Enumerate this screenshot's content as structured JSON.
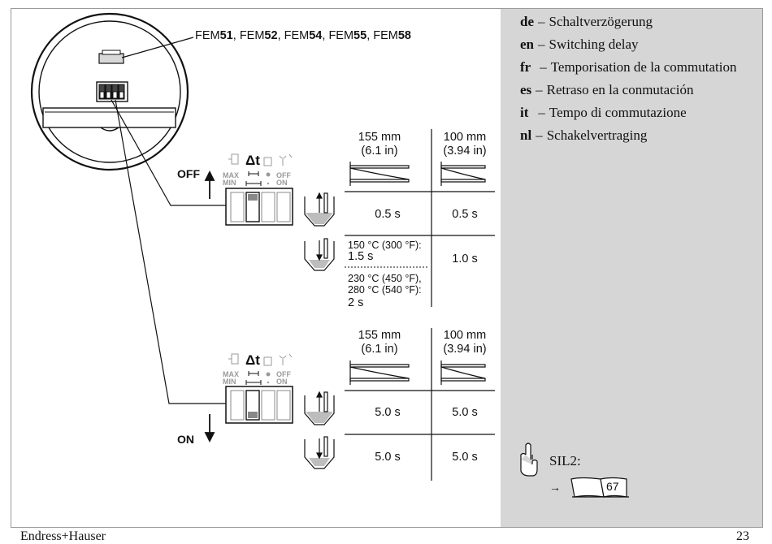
{
  "languages": [
    {
      "code": "de",
      "text": "Schaltverzögerung"
    },
    {
      "code": "en",
      "text": "Switching delay"
    },
    {
      "code": "fr",
      "text": "Temporisation de la commutation"
    },
    {
      "code": "es",
      "text": "Retraso en la conmutación"
    },
    {
      "code": "it",
      "text": "Tempo di commutazione"
    },
    {
      "code": "nl",
      "text": "Schakelvertraging"
    }
  ],
  "models": {
    "prefix": "FEM",
    "items": [
      "51",
      "52",
      "54",
      "55",
      "58"
    ]
  },
  "switch_labels": {
    "off": "OFF",
    "on": "ON",
    "delta_t": "Δt",
    "max": "MAX",
    "min": "MIN",
    "off_small": "OFF",
    "on_small": "ON"
  },
  "table_off": {
    "col1": {
      "line1": "155 mm",
      "line2": "(6.1 in)"
    },
    "col2": {
      "line1": "100 mm",
      "line2": "(3.94 in)"
    },
    "row1": {
      "col1": "0.5 s",
      "col2": "0.5 s"
    },
    "row2": {
      "col1_a_line1": "150 °C (300 °F):",
      "col1_a_line2": "1.5 s",
      "col1_b_line1": "230 °C (450 °F),",
      "col1_b_line2": "280 °C (540 °F):",
      "col1_b_line3": "2 s",
      "col2": "1.0 s"
    }
  },
  "table_on": {
    "col1": {
      "line1": "155 mm",
      "line2": "(6.1 in)"
    },
    "col2": {
      "line1": "100 mm",
      "line2": "(3.94 in)"
    },
    "row1": {
      "col1": "5.0 s",
      "col2": "5.0 s"
    },
    "row2": {
      "col1": "5.0 s",
      "col2": "5.0 s"
    }
  },
  "sil": {
    "label": "SIL2:",
    "arrow": "→",
    "page_ref": "67"
  },
  "footer": {
    "brand": "Endress+Hauser",
    "page": "23"
  }
}
